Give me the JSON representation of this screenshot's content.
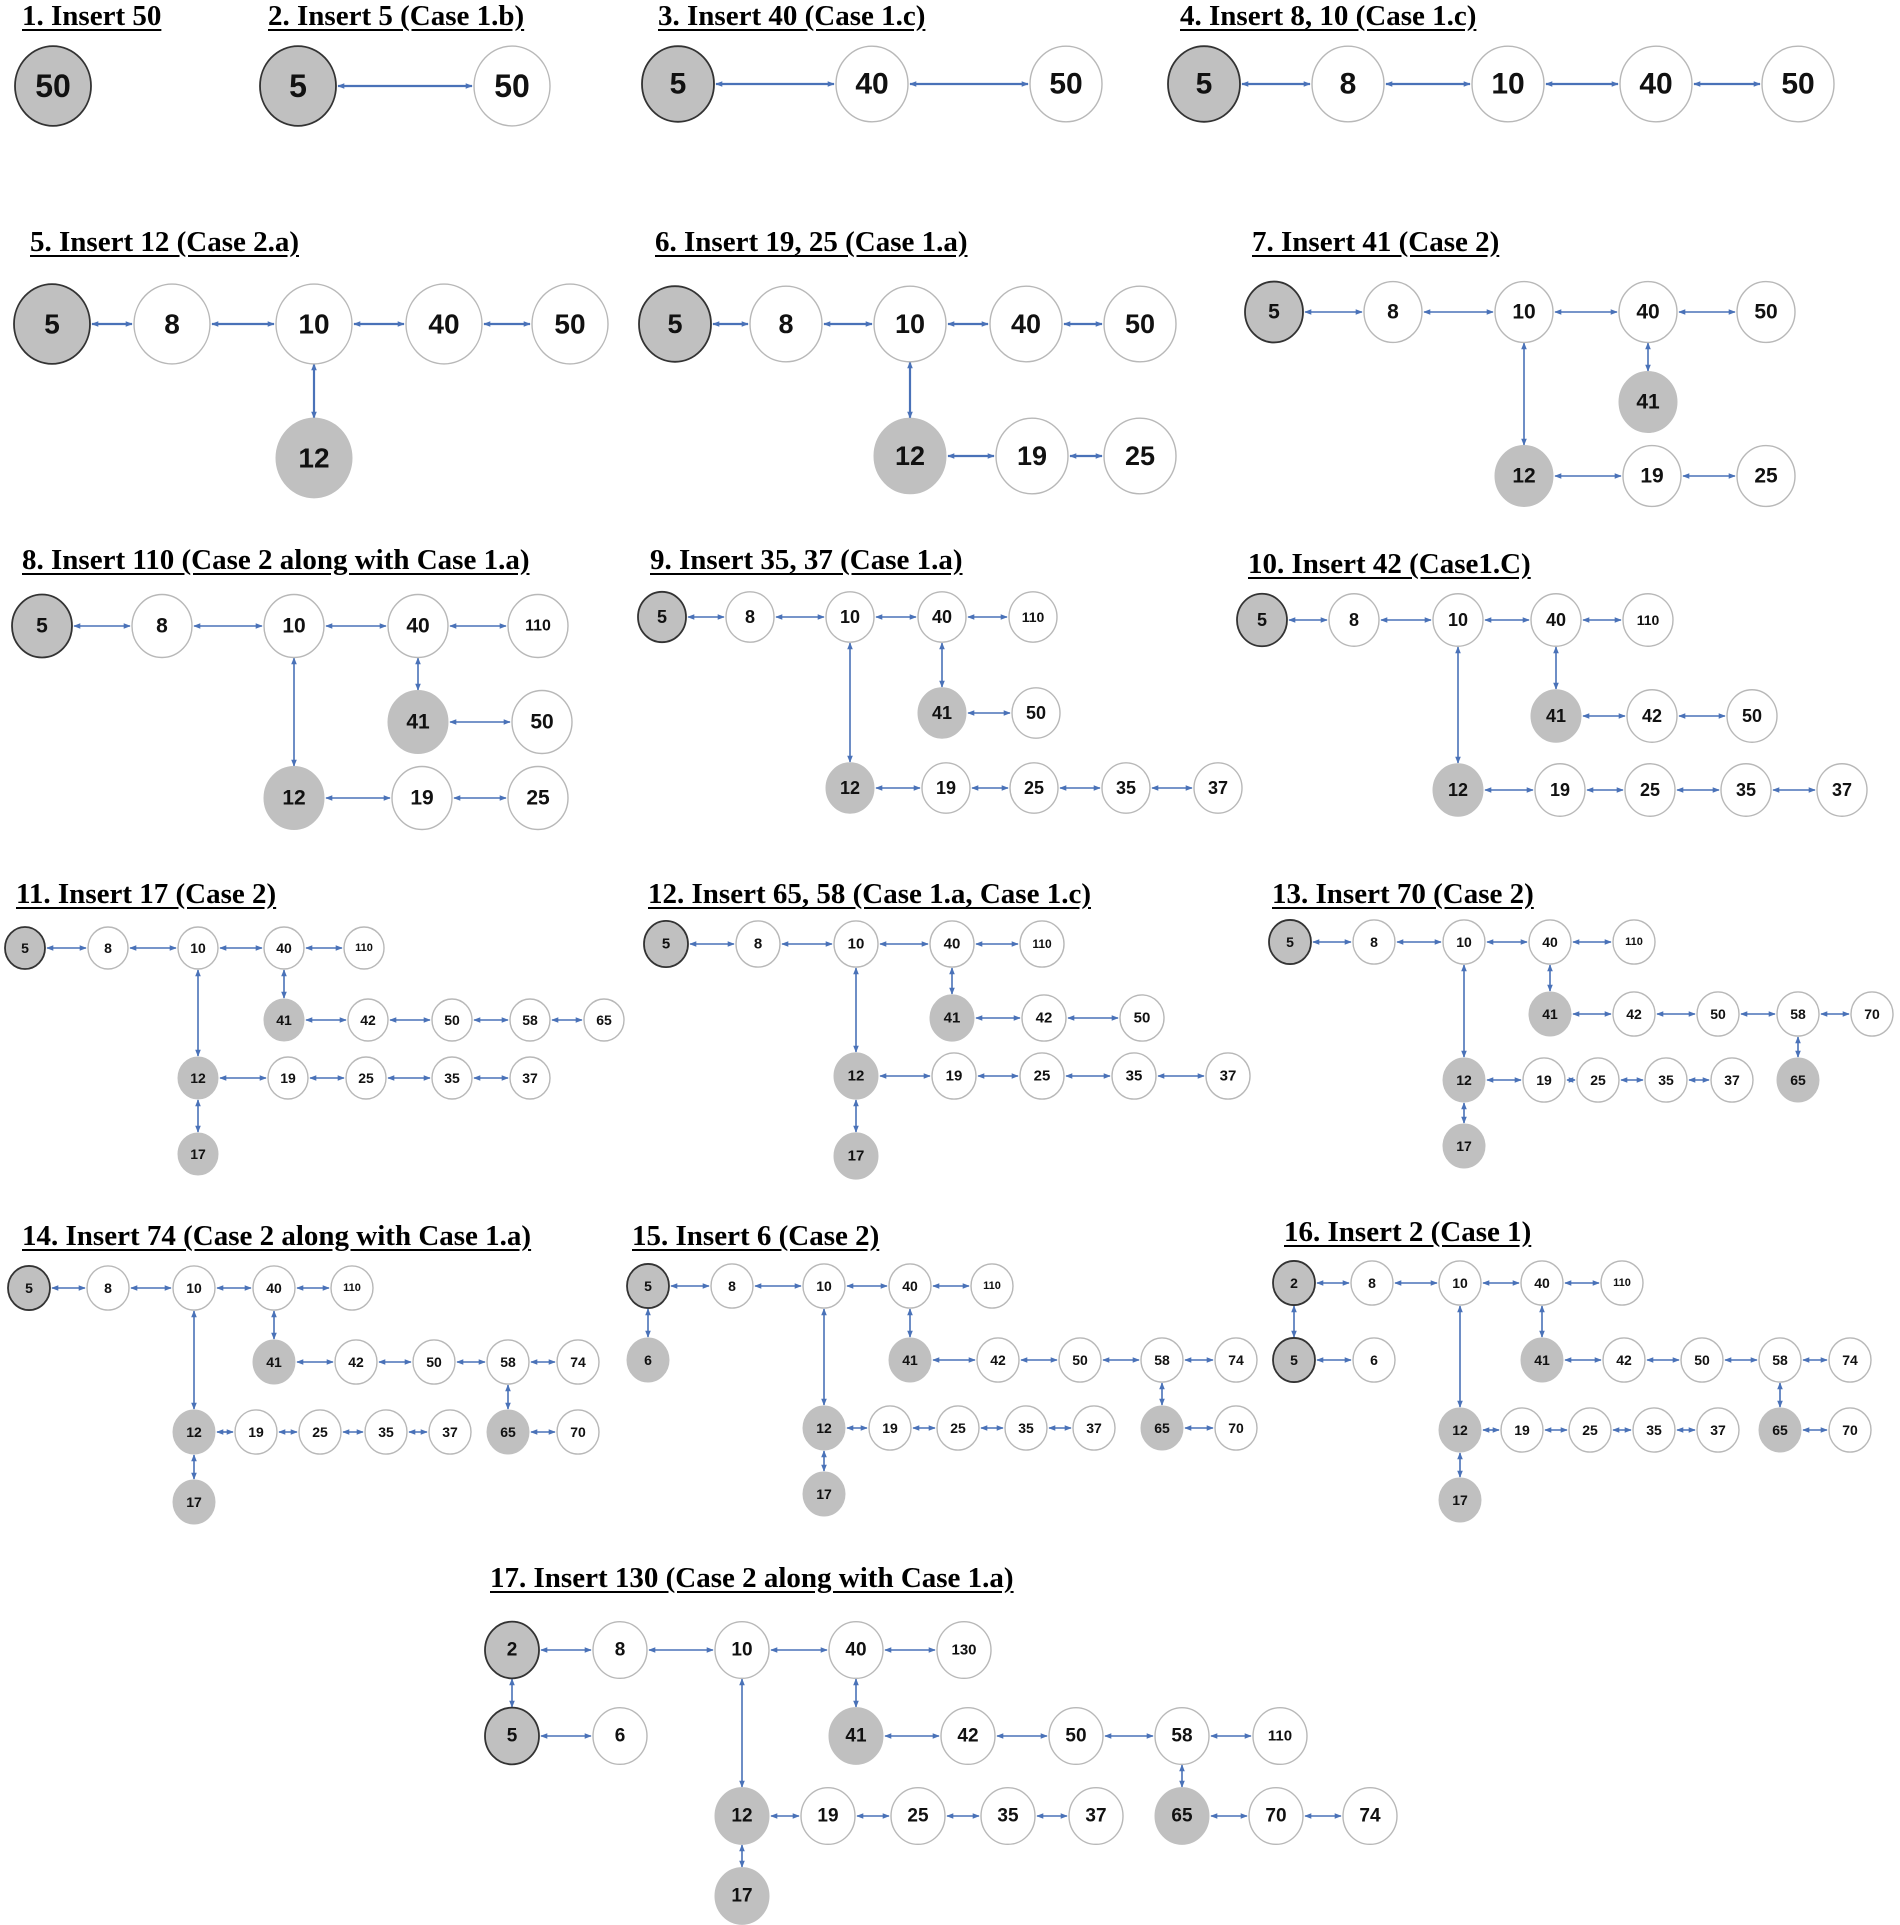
{
  "colors": {
    "arrow": "#4a72b8",
    "node_fill": "#ffffff",
    "node_stroke": "#b8b8b8",
    "head_fill": "#c0c0c0",
    "head_stroke": "#333333",
    "special_fill": "#c0c0c0"
  },
  "panels": [
    {
      "title": "1. Insert 50",
      "nodes": [
        {
          "v": "50",
          "t": "head"
        }
      ],
      "edges": []
    },
    {
      "title": "2. Insert 5 (Case 1.b)",
      "nodes": [
        {
          "v": "5",
          "t": "head"
        },
        {
          "v": "50"
        }
      ],
      "edges": [
        [
          0,
          1
        ]
      ]
    },
    {
      "title": "3. Insert 40 (Case 1.c)",
      "nodes": [
        {
          "v": "5",
          "t": "head"
        },
        {
          "v": "40"
        },
        {
          "v": "50"
        }
      ],
      "edges": [
        [
          0,
          1
        ],
        [
          1,
          2
        ]
      ]
    },
    {
      "title": "4. Insert 8, 10 (Case 1.c)",
      "nodes": [
        {
          "v": "5",
          "t": "head"
        },
        {
          "v": "8"
        },
        {
          "v": "10"
        },
        {
          "v": "40"
        },
        {
          "v": "50"
        }
      ],
      "edges": [
        [
          0,
          1
        ],
        [
          1,
          2
        ],
        [
          2,
          3
        ],
        [
          3,
          4
        ]
      ]
    },
    {
      "title": "5. Insert 12 (Case 2.a)",
      "nodes": [
        {
          "v": "5",
          "t": "head"
        },
        {
          "v": "8"
        },
        {
          "v": "10"
        },
        {
          "v": "40"
        },
        {
          "v": "50"
        },
        {
          "v": "12",
          "t": "special"
        }
      ],
      "edges": [
        [
          0,
          1
        ],
        [
          1,
          2
        ],
        [
          2,
          3
        ],
        [
          3,
          4
        ],
        [
          2,
          5
        ]
      ]
    },
    {
      "title": "6. Insert 19, 25 (Case 1.a)",
      "nodes": [
        {
          "v": "5",
          "t": "head"
        },
        {
          "v": "8"
        },
        {
          "v": "10"
        },
        {
          "v": "40"
        },
        {
          "v": "50"
        },
        {
          "v": "12",
          "t": "special"
        },
        {
          "v": "19"
        },
        {
          "v": "25"
        }
      ],
      "edges": [
        [
          0,
          1
        ],
        [
          1,
          2
        ],
        [
          2,
          3
        ],
        [
          3,
          4
        ],
        [
          2,
          5
        ],
        [
          5,
          6
        ],
        [
          6,
          7
        ]
      ]
    },
    {
      "title": "7. Insert 41 (Case 2)",
      "nodes": [
        {
          "v": "5",
          "t": "head"
        },
        {
          "v": "8"
        },
        {
          "v": "10"
        },
        {
          "v": "40"
        },
        {
          "v": "50"
        },
        {
          "v": "41",
          "t": "special"
        },
        {
          "v": "12",
          "t": "special"
        },
        {
          "v": "19"
        },
        {
          "v": "25"
        }
      ],
      "edges": [
        [
          0,
          1
        ],
        [
          1,
          2
        ],
        [
          2,
          3
        ],
        [
          3,
          4
        ],
        [
          3,
          5
        ],
        [
          2,
          6
        ],
        [
          6,
          7
        ],
        [
          7,
          8
        ]
      ]
    },
    {
      "title": "8. Insert 110 (Case 2 along with Case 1.a)",
      "nodes": [
        {
          "v": "5",
          "t": "head"
        },
        {
          "v": "8"
        },
        {
          "v": "10"
        },
        {
          "v": "40"
        },
        {
          "v": "110"
        },
        {
          "v": "41",
          "t": "special"
        },
        {
          "v": "50"
        },
        {
          "v": "12",
          "t": "special"
        },
        {
          "v": "19"
        },
        {
          "v": "25"
        }
      ],
      "edges": [
        [
          0,
          1
        ],
        [
          1,
          2
        ],
        [
          2,
          3
        ],
        [
          3,
          4
        ],
        [
          3,
          5
        ],
        [
          5,
          6
        ],
        [
          2,
          7
        ],
        [
          7,
          8
        ],
        [
          8,
          9
        ]
      ]
    },
    {
      "title": "9. Insert 35, 37 (Case 1.a)",
      "nodes": [
        {
          "v": "5",
          "t": "head"
        },
        {
          "v": "8"
        },
        {
          "v": "10"
        },
        {
          "v": "40"
        },
        {
          "v": "110"
        },
        {
          "v": "41",
          "t": "special"
        },
        {
          "v": "50"
        },
        {
          "v": "12",
          "t": "special"
        },
        {
          "v": "19"
        },
        {
          "v": "25"
        },
        {
          "v": "35"
        },
        {
          "v": "37"
        }
      ],
      "edges": [
        [
          0,
          1
        ],
        [
          1,
          2
        ],
        [
          2,
          3
        ],
        [
          3,
          4
        ],
        [
          3,
          5
        ],
        [
          5,
          6
        ],
        [
          2,
          7
        ],
        [
          7,
          8
        ],
        [
          8,
          9
        ],
        [
          9,
          10
        ],
        [
          10,
          11
        ]
      ]
    },
    {
      "title": "10. Insert 42 (Case1.C)",
      "nodes": [
        {
          "v": "5",
          "t": "head"
        },
        {
          "v": "8"
        },
        {
          "v": "10"
        },
        {
          "v": "40"
        },
        {
          "v": "110"
        },
        {
          "v": "41",
          "t": "special"
        },
        {
          "v": "42"
        },
        {
          "v": "50"
        },
        {
          "v": "12",
          "t": "special"
        },
        {
          "v": "19"
        },
        {
          "v": "25"
        },
        {
          "v": "35"
        },
        {
          "v": "37"
        }
      ],
      "edges": [
        [
          0,
          1
        ],
        [
          1,
          2
        ],
        [
          2,
          3
        ],
        [
          3,
          4
        ],
        [
          3,
          5
        ],
        [
          5,
          6
        ],
        [
          6,
          7
        ],
        [
          2,
          8
        ],
        [
          8,
          9
        ],
        [
          9,
          10
        ],
        [
          10,
          11
        ],
        [
          11,
          12
        ]
      ]
    },
    {
      "title": "11. Insert 17 (Case 2)",
      "nodes": [
        {
          "v": "5",
          "t": "head"
        },
        {
          "v": "8"
        },
        {
          "v": "10"
        },
        {
          "v": "40"
        },
        {
          "v": "110"
        },
        {
          "v": "41",
          "t": "special"
        },
        {
          "v": "42"
        },
        {
          "v": "50"
        },
        {
          "v": "58"
        },
        {
          "v": "65"
        },
        {
          "v": "12",
          "t": "special"
        },
        {
          "v": "19"
        },
        {
          "v": "25"
        },
        {
          "v": "35"
        },
        {
          "v": "37"
        },
        {
          "v": "17",
          "t": "special"
        }
      ],
      "edges": [
        [
          0,
          1
        ],
        [
          1,
          2
        ],
        [
          2,
          3
        ],
        [
          3,
          4
        ],
        [
          3,
          5
        ],
        [
          5,
          6
        ],
        [
          6,
          7
        ],
        [
          7,
          8
        ],
        [
          8,
          9
        ],
        [
          2,
          10
        ],
        [
          10,
          11
        ],
        [
          11,
          12
        ],
        [
          12,
          13
        ],
        [
          13,
          14
        ],
        [
          10,
          15
        ]
      ]
    },
    {
      "title": "12. Insert 65, 58 (Case 1.a, Case 1.c)",
      "nodes": [
        {
          "v": "5",
          "t": "head"
        },
        {
          "v": "8"
        },
        {
          "v": "10"
        },
        {
          "v": "40"
        },
        {
          "v": "110"
        },
        {
          "v": "41",
          "t": "special"
        },
        {
          "v": "42"
        },
        {
          "v": "50"
        },
        {
          "v": "12",
          "t": "special"
        },
        {
          "v": "19"
        },
        {
          "v": "25"
        },
        {
          "v": "35"
        },
        {
          "v": "37"
        },
        {
          "v": "17",
          "t": "special"
        }
      ],
      "edges": [
        [
          0,
          1
        ],
        [
          1,
          2
        ],
        [
          2,
          3
        ],
        [
          3,
          4
        ],
        [
          3,
          5
        ],
        [
          5,
          6
        ],
        [
          6,
          7
        ],
        [
          2,
          8
        ],
        [
          8,
          9
        ],
        [
          9,
          10
        ],
        [
          10,
          11
        ],
        [
          11,
          12
        ],
        [
          8,
          13
        ]
      ]
    },
    {
      "title": "13. Insert 70 (Case 2)",
      "nodes": [
        {
          "v": "5",
          "t": "head"
        },
        {
          "v": "8"
        },
        {
          "v": "10"
        },
        {
          "v": "40"
        },
        {
          "v": "110"
        },
        {
          "v": "41",
          "t": "special"
        },
        {
          "v": "42"
        },
        {
          "v": "50"
        },
        {
          "v": "58"
        },
        {
          "v": "70"
        },
        {
          "v": "65",
          "t": "special"
        },
        {
          "v": "12",
          "t": "special"
        },
        {
          "v": "19"
        },
        {
          "v": "25"
        },
        {
          "v": "35"
        },
        {
          "v": "37"
        },
        {
          "v": "17",
          "t": "special"
        }
      ],
      "edges": [
        [
          0,
          1
        ],
        [
          1,
          2
        ],
        [
          2,
          3
        ],
        [
          3,
          4
        ],
        [
          3,
          5
        ],
        [
          5,
          6
        ],
        [
          6,
          7
        ],
        [
          7,
          8
        ],
        [
          8,
          9
        ],
        [
          8,
          10
        ],
        [
          2,
          11
        ],
        [
          11,
          12
        ],
        [
          12,
          13
        ],
        [
          13,
          14
        ],
        [
          14,
          15
        ],
        [
          11,
          16
        ]
      ]
    },
    {
      "title": "14. Insert 74 (Case 2 along with Case 1.a)",
      "nodes": [
        {
          "v": "5",
          "t": "head"
        },
        {
          "v": "8"
        },
        {
          "v": "10"
        },
        {
          "v": "40"
        },
        {
          "v": "110"
        },
        {
          "v": "41",
          "t": "special"
        },
        {
          "v": "42"
        },
        {
          "v": "50"
        },
        {
          "v": "58"
        },
        {
          "v": "74"
        },
        {
          "v": "12",
          "t": "special"
        },
        {
          "v": "19"
        },
        {
          "v": "25"
        },
        {
          "v": "35"
        },
        {
          "v": "37"
        },
        {
          "v": "65",
          "t": "special"
        },
        {
          "v": "70"
        },
        {
          "v": "17",
          "t": "special"
        }
      ],
      "edges": [
        [
          0,
          1
        ],
        [
          1,
          2
        ],
        [
          2,
          3
        ],
        [
          3,
          4
        ],
        [
          3,
          5
        ],
        [
          5,
          6
        ],
        [
          6,
          7
        ],
        [
          7,
          8
        ],
        [
          8,
          9
        ],
        [
          8,
          15
        ],
        [
          15,
          16
        ],
        [
          2,
          10
        ],
        [
          10,
          11
        ],
        [
          11,
          12
        ],
        [
          12,
          13
        ],
        [
          13,
          14
        ],
        [
          10,
          17
        ]
      ]
    },
    {
      "title": "15. Insert 6 (Case 2)",
      "nodes": [
        {
          "v": "5",
          "t": "head"
        },
        {
          "v": "8"
        },
        {
          "v": "10"
        },
        {
          "v": "40"
        },
        {
          "v": "110"
        },
        {
          "v": "6",
          "t": "special"
        },
        {
          "v": "41",
          "t": "special"
        },
        {
          "v": "42"
        },
        {
          "v": "50"
        },
        {
          "v": "58"
        },
        {
          "v": "74"
        },
        {
          "v": "12",
          "t": "special"
        },
        {
          "v": "19"
        },
        {
          "v": "25"
        },
        {
          "v": "35"
        },
        {
          "v": "37"
        },
        {
          "v": "65",
          "t": "special"
        },
        {
          "v": "70"
        },
        {
          "v": "17",
          "t": "special"
        }
      ],
      "edges": [
        [
          0,
          1
        ],
        [
          1,
          2
        ],
        [
          2,
          3
        ],
        [
          3,
          4
        ],
        [
          0,
          5
        ],
        [
          3,
          6
        ],
        [
          6,
          7
        ],
        [
          7,
          8
        ],
        [
          8,
          9
        ],
        [
          9,
          10
        ],
        [
          9,
          16
        ],
        [
          16,
          17
        ],
        [
          2,
          11
        ],
        [
          11,
          12
        ],
        [
          12,
          13
        ],
        [
          13,
          14
        ],
        [
          14,
          15
        ],
        [
          11,
          18
        ]
      ]
    },
    {
      "title": "16. Insert 2 (Case 1)",
      "nodes": [
        {
          "v": "2",
          "t": "head"
        },
        {
          "v": "8"
        },
        {
          "v": "10"
        },
        {
          "v": "40"
        },
        {
          "v": "110"
        },
        {
          "v": "5",
          "t": "head"
        },
        {
          "v": "6"
        },
        {
          "v": "41",
          "t": "special"
        },
        {
          "v": "42"
        },
        {
          "v": "50"
        },
        {
          "v": "58"
        },
        {
          "v": "74"
        },
        {
          "v": "12",
          "t": "special"
        },
        {
          "v": "19"
        },
        {
          "v": "25"
        },
        {
          "v": "35"
        },
        {
          "v": "37"
        },
        {
          "v": "65",
          "t": "special"
        },
        {
          "v": "70"
        },
        {
          "v": "17",
          "t": "special"
        }
      ],
      "edges": [
        [
          0,
          1
        ],
        [
          1,
          2
        ],
        [
          2,
          3
        ],
        [
          3,
          4
        ],
        [
          0,
          5
        ],
        [
          5,
          6
        ],
        [
          3,
          7
        ],
        [
          7,
          8
        ],
        [
          8,
          9
        ],
        [
          9,
          10
        ],
        [
          10,
          11
        ],
        [
          10,
          17
        ],
        [
          17,
          18
        ],
        [
          2,
          12
        ],
        [
          12,
          13
        ],
        [
          13,
          14
        ],
        [
          14,
          15
        ],
        [
          15,
          16
        ],
        [
          12,
          19
        ]
      ]
    },
    {
      "title": "17. Insert 130 (Case 2 along with Case 1.a)",
      "nodes": [
        {
          "v": "2",
          "t": "head"
        },
        {
          "v": "8"
        },
        {
          "v": "10"
        },
        {
          "v": "40"
        },
        {
          "v": "130"
        },
        {
          "v": "5",
          "t": "head"
        },
        {
          "v": "6"
        },
        {
          "v": "41",
          "t": "special"
        },
        {
          "v": "42"
        },
        {
          "v": "50"
        },
        {
          "v": "58"
        },
        {
          "v": "110"
        },
        {
          "v": "12",
          "t": "special"
        },
        {
          "v": "19"
        },
        {
          "v": "25"
        },
        {
          "v": "35"
        },
        {
          "v": "37"
        },
        {
          "v": "65",
          "t": "special"
        },
        {
          "v": "70"
        },
        {
          "v": "74"
        },
        {
          "v": "17",
          "t": "special"
        }
      ],
      "edges": [
        [
          0,
          1
        ],
        [
          1,
          2
        ],
        [
          2,
          3
        ],
        [
          3,
          4
        ],
        [
          0,
          5
        ],
        [
          5,
          6
        ],
        [
          3,
          7
        ],
        [
          7,
          8
        ],
        [
          8,
          9
        ],
        [
          9,
          10
        ],
        [
          10,
          11
        ],
        [
          10,
          17
        ],
        [
          17,
          18
        ],
        [
          18,
          19
        ],
        [
          2,
          12
        ],
        [
          12,
          13
        ],
        [
          13,
          14
        ],
        [
          14,
          15
        ],
        [
          15,
          16
        ],
        [
          12,
          20
        ]
      ]
    }
  ]
}
